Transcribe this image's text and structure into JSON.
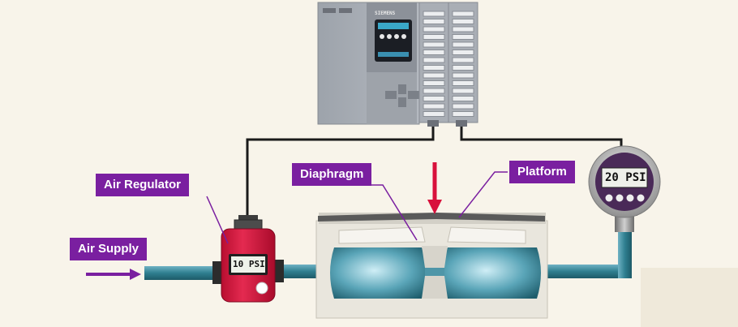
{
  "labels": {
    "air_supply": "Air Supply",
    "air_regulator": "Air Regulator",
    "diaphragm": "Diaphragm",
    "platform": "Platform"
  },
  "regulator": {
    "readout": "10 PSI"
  },
  "gauge": {
    "readout": "20 PSI"
  },
  "plc": {
    "brand": "SIEMENS"
  },
  "colors": {
    "background": "#f8f4ea",
    "callout": "#7a1fa0",
    "arrow_red": "#d8113c",
    "regulator_red": "#d4143c",
    "fluid": "#2f7f90",
    "wire": "#1a1a1a",
    "plc_body": "#a7acb4"
  }
}
